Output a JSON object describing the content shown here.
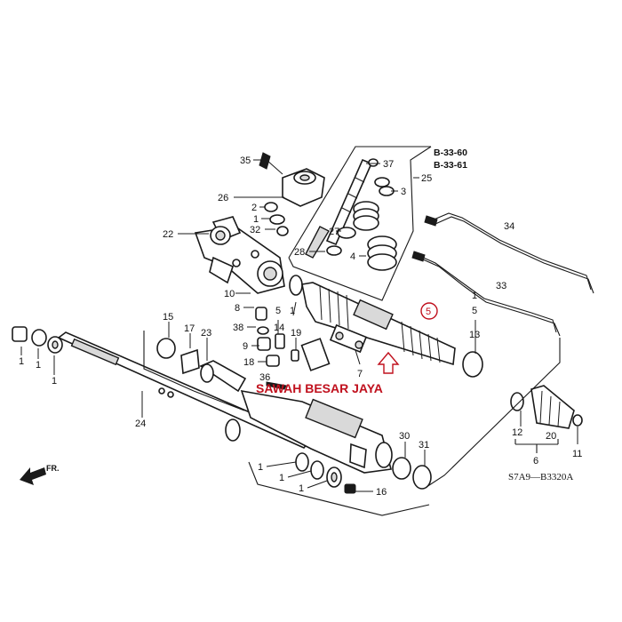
{
  "diagram": {
    "refs": [
      "B-33-60",
      "B-33-61"
    ],
    "diagram_code": "S7A9—B3320A",
    "watermark": "SAWAH BESAR JAYA",
    "front_label": "FR.",
    "highlighted_part": "5",
    "callouts": [
      {
        "id": "c35",
        "label": "35"
      },
      {
        "id": "c37",
        "label": "37"
      },
      {
        "id": "c26",
        "label": "26"
      },
      {
        "id": "c2",
        "label": "2"
      },
      {
        "id": "c1a",
        "label": "1"
      },
      {
        "id": "c3",
        "label": "3"
      },
      {
        "id": "c25",
        "label": "25"
      },
      {
        "id": "c22",
        "label": "22"
      },
      {
        "id": "c32",
        "label": "32"
      },
      {
        "id": "c27",
        "label": "27"
      },
      {
        "id": "c28",
        "label": "28"
      },
      {
        "id": "c4",
        "label": "4"
      },
      {
        "id": "c34",
        "label": "34"
      },
      {
        "id": "c33",
        "label": "33"
      },
      {
        "id": "c10",
        "label": "10"
      },
      {
        "id": "c8",
        "label": "8"
      },
      {
        "id": "c5a",
        "label": "5"
      },
      {
        "id": "c1b",
        "label": "1"
      },
      {
        "id": "c38",
        "label": "38"
      },
      {
        "id": "c14",
        "label": "14"
      },
      {
        "id": "c9",
        "label": "9"
      },
      {
        "id": "c19",
        "label": "19"
      },
      {
        "id": "c18",
        "label": "18"
      },
      {
        "id": "c7",
        "label": "7"
      },
      {
        "id": "c36",
        "label": "36"
      },
      {
        "id": "c15",
        "label": "15"
      },
      {
        "id": "c17",
        "label": "17"
      },
      {
        "id": "c23",
        "label": "23"
      },
      {
        "id": "c1c",
        "label": "1"
      },
      {
        "id": "c1d",
        "label": "1"
      },
      {
        "id": "c1e",
        "label": "1"
      },
      {
        "id": "c1f",
        "label": "1"
      },
      {
        "id": "c5b",
        "label": "5"
      },
      {
        "id": "c13",
        "label": "13"
      },
      {
        "id": "c24",
        "label": "24"
      },
      {
        "id": "c1g",
        "label": "1"
      },
      {
        "id": "c1h",
        "label": "1"
      },
      {
        "id": "c1i",
        "label": "1"
      },
      {
        "id": "c16",
        "label": "16"
      },
      {
        "id": "c30",
        "label": "30"
      },
      {
        "id": "c31",
        "label": "31"
      },
      {
        "id": "c12",
        "label": "12"
      },
      {
        "id": "c20",
        "label": "20"
      },
      {
        "id": "c6",
        "label": "6"
      },
      {
        "id": "c11",
        "label": "11"
      }
    ]
  }
}
